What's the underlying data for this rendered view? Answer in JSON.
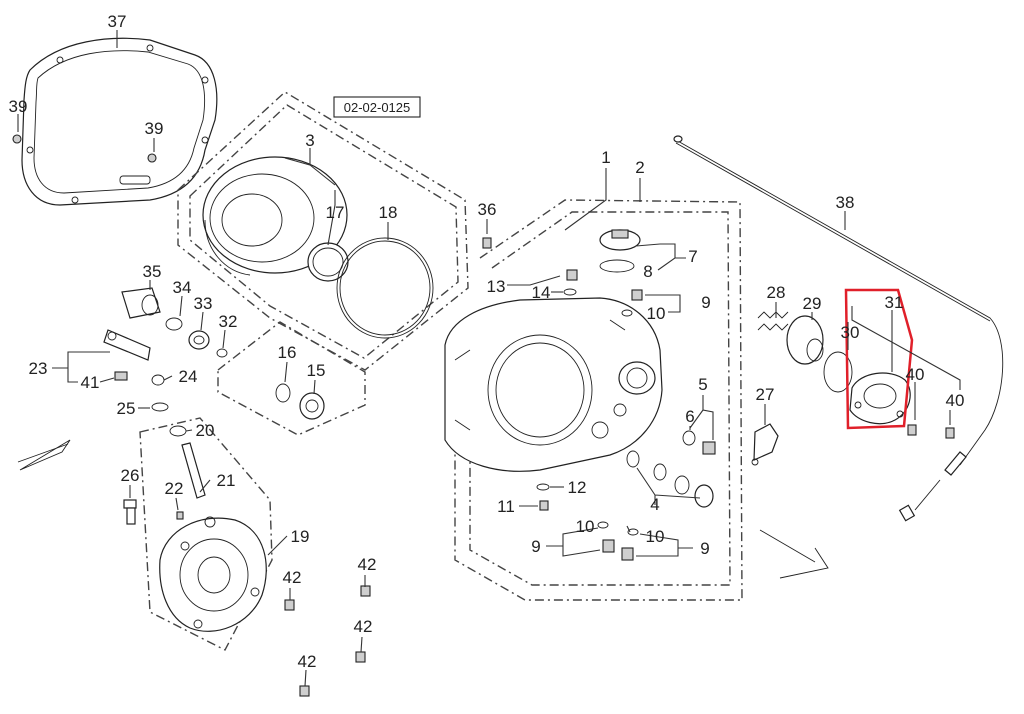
{
  "diagram": {
    "ref_code": "02-02-0125",
    "highlight_color": "#e0202a",
    "line_color": "#333333",
    "labels": [
      {
        "key": "p37",
        "text": "37"
      },
      {
        "key": "p39a",
        "text": "39"
      },
      {
        "key": "p39b",
        "text": "39"
      },
      {
        "key": "p3",
        "text": "3"
      },
      {
        "key": "p17",
        "text": "17"
      },
      {
        "key": "p18",
        "text": "18"
      },
      {
        "key": "p36",
        "text": "36"
      },
      {
        "key": "p1",
        "text": "1"
      },
      {
        "key": "p2",
        "text": "2"
      },
      {
        "key": "p7",
        "text": "7"
      },
      {
        "key": "p8",
        "text": "8"
      },
      {
        "key": "p13",
        "text": "13"
      },
      {
        "key": "p14",
        "text": "14"
      },
      {
        "key": "p9a",
        "text": "9"
      },
      {
        "key": "p10a",
        "text": "10"
      },
      {
        "key": "p38",
        "text": "38"
      },
      {
        "key": "p28",
        "text": "28"
      },
      {
        "key": "p29",
        "text": "29"
      },
      {
        "key": "p30",
        "text": "30"
      },
      {
        "key": "p31",
        "text": "31"
      },
      {
        "key": "p40a",
        "text": "40"
      },
      {
        "key": "p40b",
        "text": "40"
      },
      {
        "key": "p35",
        "text": "35"
      },
      {
        "key": "p34",
        "text": "34"
      },
      {
        "key": "p33",
        "text": "33"
      },
      {
        "key": "p32",
        "text": "32"
      },
      {
        "key": "p23",
        "text": "23"
      },
      {
        "key": "p41",
        "text": "41"
      },
      {
        "key": "p24",
        "text": "24"
      },
      {
        "key": "p25",
        "text": "25"
      },
      {
        "key": "p16",
        "text": "16"
      },
      {
        "key": "p15",
        "text": "15"
      },
      {
        "key": "p5",
        "text": "5"
      },
      {
        "key": "p6",
        "text": "6"
      },
      {
        "key": "p27",
        "text": "27"
      },
      {
        "key": "p20",
        "text": "20"
      },
      {
        "key": "p26",
        "text": "26"
      },
      {
        "key": "p22",
        "text": "22"
      },
      {
        "key": "p21",
        "text": "21"
      },
      {
        "key": "p19",
        "text": "19"
      },
      {
        "key": "p12",
        "text": "12"
      },
      {
        "key": "p11",
        "text": "11"
      },
      {
        "key": "p4",
        "text": "4"
      },
      {
        "key": "p9b",
        "text": "9"
      },
      {
        "key": "p10b",
        "text": "10"
      },
      {
        "key": "p10c",
        "text": "10"
      },
      {
        "key": "p9c",
        "text": "9"
      },
      {
        "key": "p42a",
        "text": "42"
      },
      {
        "key": "p42b",
        "text": "42"
      },
      {
        "key": "p42c",
        "text": "42"
      },
      {
        "key": "p42d",
        "text": "42"
      }
    ]
  }
}
